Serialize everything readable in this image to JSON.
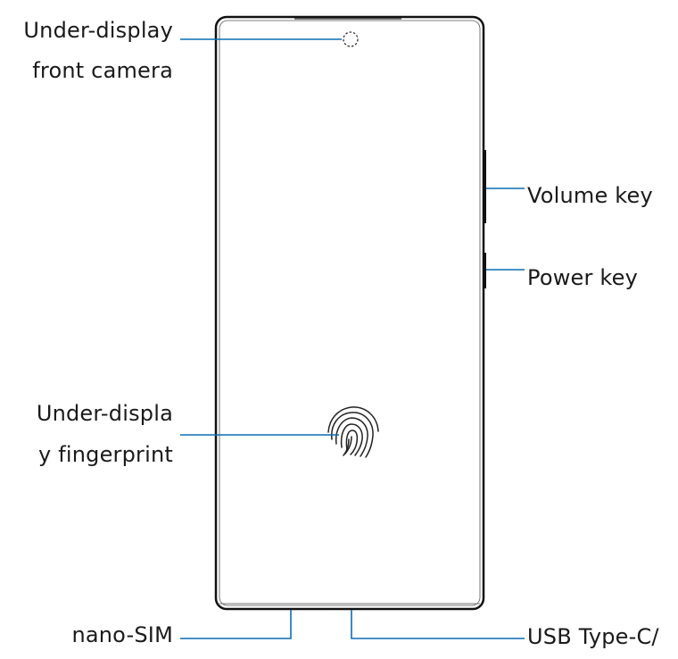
{
  "labels": {
    "camera_line1": "Under-display",
    "camera_line2": "front camera",
    "volume": "Volume key",
    "power": "Power key",
    "fingerprint_line1": "Under-displa",
    "fingerprint_line2": "y fingerprint",
    "sim": "nano-SIM",
    "usb": "USB Type-C/"
  },
  "colors": {
    "leader": "#0a6eb4",
    "outline": "#111111",
    "text": "#1a1a1a"
  },
  "icons": [
    "camera-icon",
    "fingerprint-icon"
  ]
}
